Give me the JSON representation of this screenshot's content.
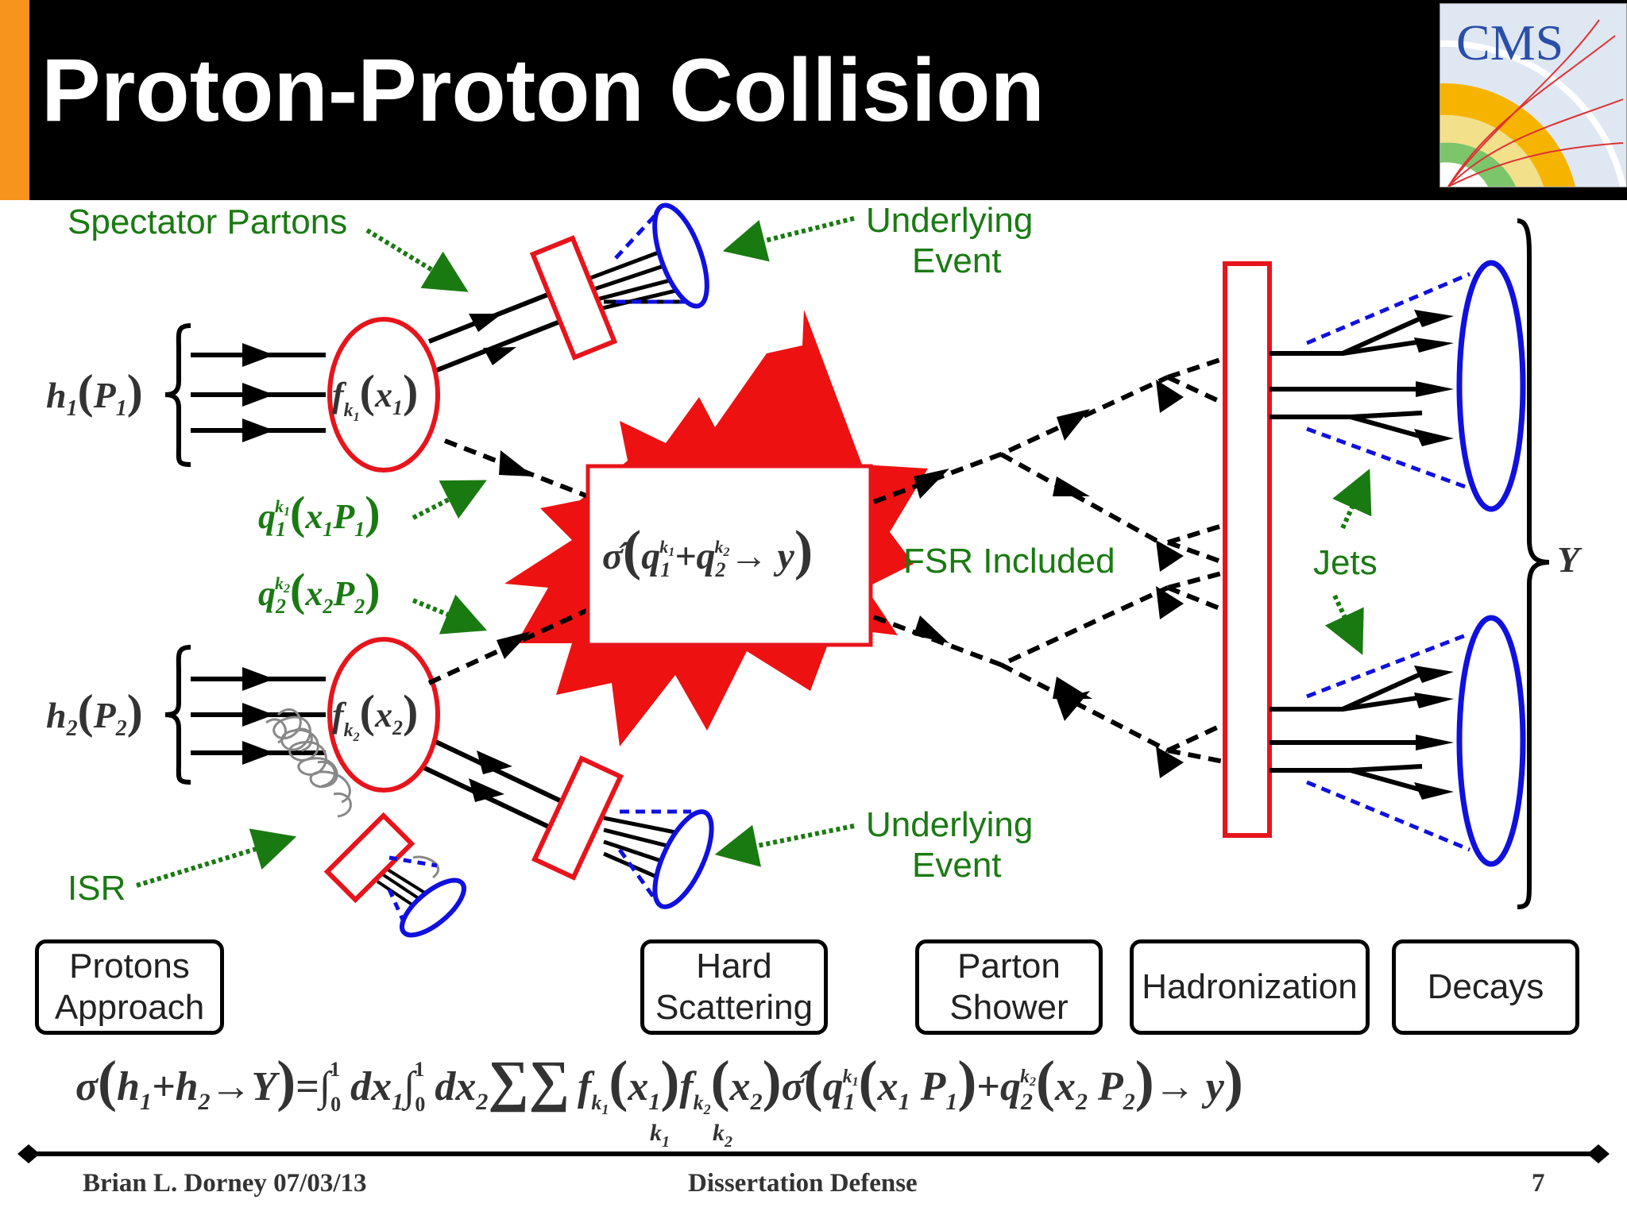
{
  "header": {
    "title": "Proton-Proton Collision",
    "logo_text": "CMS"
  },
  "labels": {
    "spectator": "Spectator Partons",
    "underlying_top_1": "Underlying",
    "underlying_top_2": "Event",
    "underlying_bot_1": "Underlying",
    "underlying_bot_2": "Event",
    "isr": "ISR",
    "fsr": "FSR Included",
    "jets": "Jets"
  },
  "stages": {
    "protons_1": "Protons",
    "protons_2": "Approach",
    "hard_1": "Hard",
    "hard_2": "Scattering",
    "shower_1": "Parton",
    "shower_2": "Shower",
    "hadronization": "Hadronization",
    "decays": "Decays"
  },
  "footer": {
    "author": "Brian L. Dorney 07/03/13",
    "event": "Dissertation Defense",
    "page": "7"
  },
  "colors": {
    "red": "#e8141c",
    "green": "#1a7a12",
    "blue": "#1010e0",
    "orange": "#f7941d"
  }
}
